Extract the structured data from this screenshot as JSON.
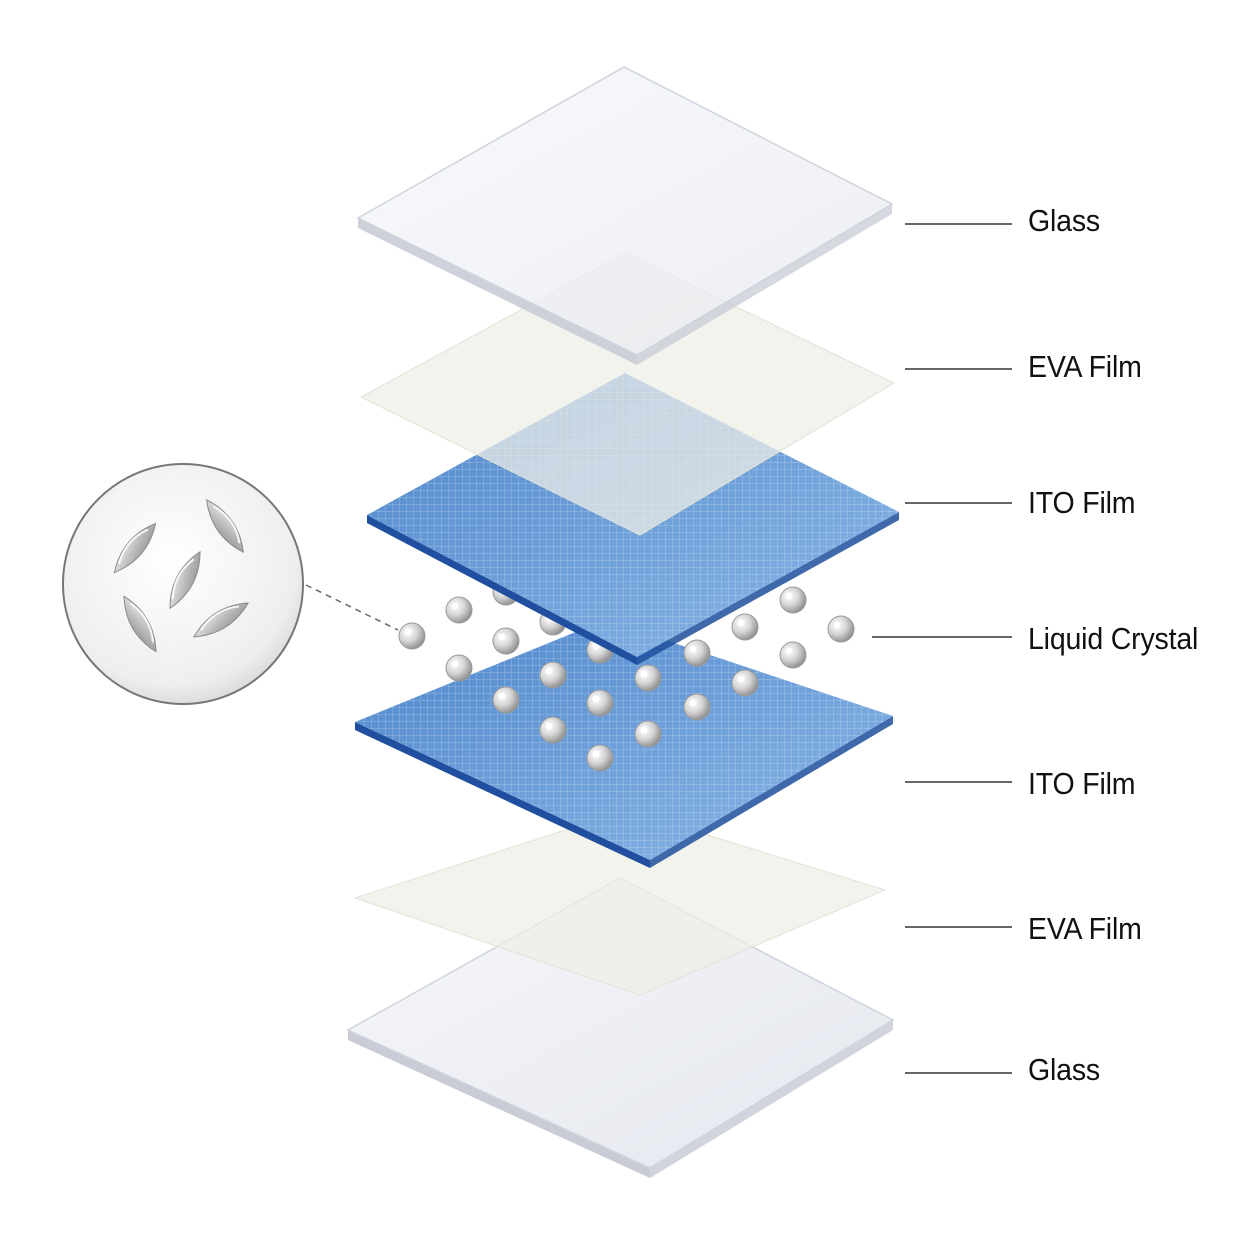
{
  "layers": [
    {
      "label": "Glass",
      "kind": "glass"
    },
    {
      "label": "EVA Film",
      "kind": "eva"
    },
    {
      "label": "ITO Film",
      "kind": "ito"
    },
    {
      "label": "Liquid Crystal",
      "kind": "liquid-crystal"
    },
    {
      "label": "ITO Film",
      "kind": "ito"
    },
    {
      "label": "EVA Film",
      "kind": "eva"
    },
    {
      "label": "Glass",
      "kind": "glass"
    }
  ],
  "colors": {
    "glass_fill": "#eef0f5",
    "glass_edge": "#c9ccd6",
    "eva_fill": "#efefe7",
    "ito_fill": "#6a9fd8",
    "ito_edge": "#1f4f9e",
    "droplet": "#c8c8c8",
    "leader_line": "#333333"
  },
  "icons": {
    "zoom_inset": "magnified-liquid-crystal-molecules",
    "droplet": "liquid-crystal-droplet"
  }
}
